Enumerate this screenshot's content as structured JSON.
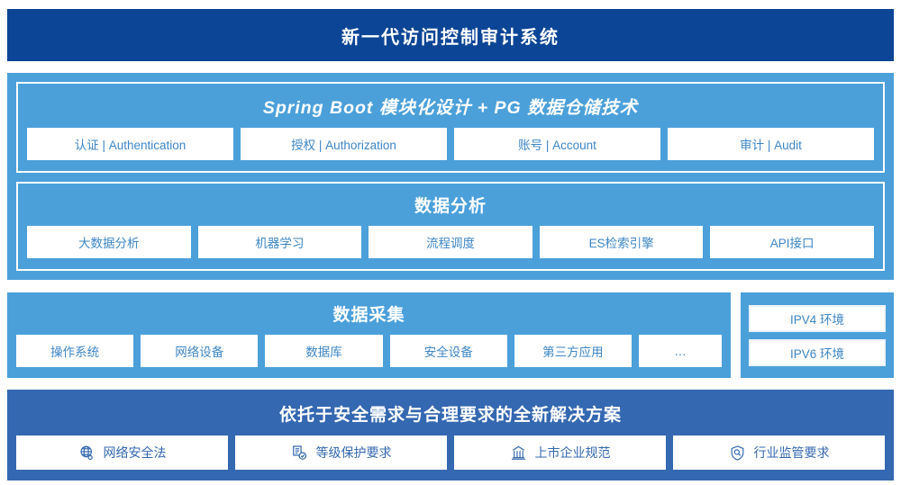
{
  "header": {
    "title": "新一代访问控制审计系统"
  },
  "colors": {
    "header_bg": "#0c4595",
    "panel_light": "#4ba0da",
    "panel_solution": "#3468b0",
    "card_bg": "#ffffff",
    "card_text": "#3d86c6",
    "solution_card_text": "#3468b0"
  },
  "platform": {
    "spring": {
      "title": "Spring Boot 模块化设计 + PG 数据仓储技术",
      "cards": [
        {
          "label": "认证 | Authentication"
        },
        {
          "label": "授权 | Authorization"
        },
        {
          "label": "账号 | Account"
        },
        {
          "label": "审计 | Audit"
        }
      ]
    },
    "analysis": {
      "title": "数据分析",
      "cards": [
        {
          "label": "大数据分析"
        },
        {
          "label": "机器学习"
        },
        {
          "label": "流程调度"
        },
        {
          "label": "ES检索引擎"
        },
        {
          "label": "API接口"
        }
      ]
    }
  },
  "collection": {
    "title": "数据采集",
    "cards": [
      {
        "label": "操作系统"
      },
      {
        "label": "网络设备"
      },
      {
        "label": "数据库"
      },
      {
        "label": "安全设备"
      },
      {
        "label": "第三方应用"
      },
      {
        "label": "…"
      }
    ],
    "environments": [
      {
        "label": "IPV4 环境"
      },
      {
        "label": "IPV6 环境"
      }
    ]
  },
  "solution": {
    "title": "依托于安全需求与合理要求的全新解决方案",
    "cards": [
      {
        "label": "网络安全法",
        "icon": "globe-network-icon"
      },
      {
        "label": "等级保护要求",
        "icon": "document-check-icon"
      },
      {
        "label": "上市企业规范",
        "icon": "bank-building-icon"
      },
      {
        "label": "行业监管要求",
        "icon": "shield-search-icon"
      }
    ]
  }
}
